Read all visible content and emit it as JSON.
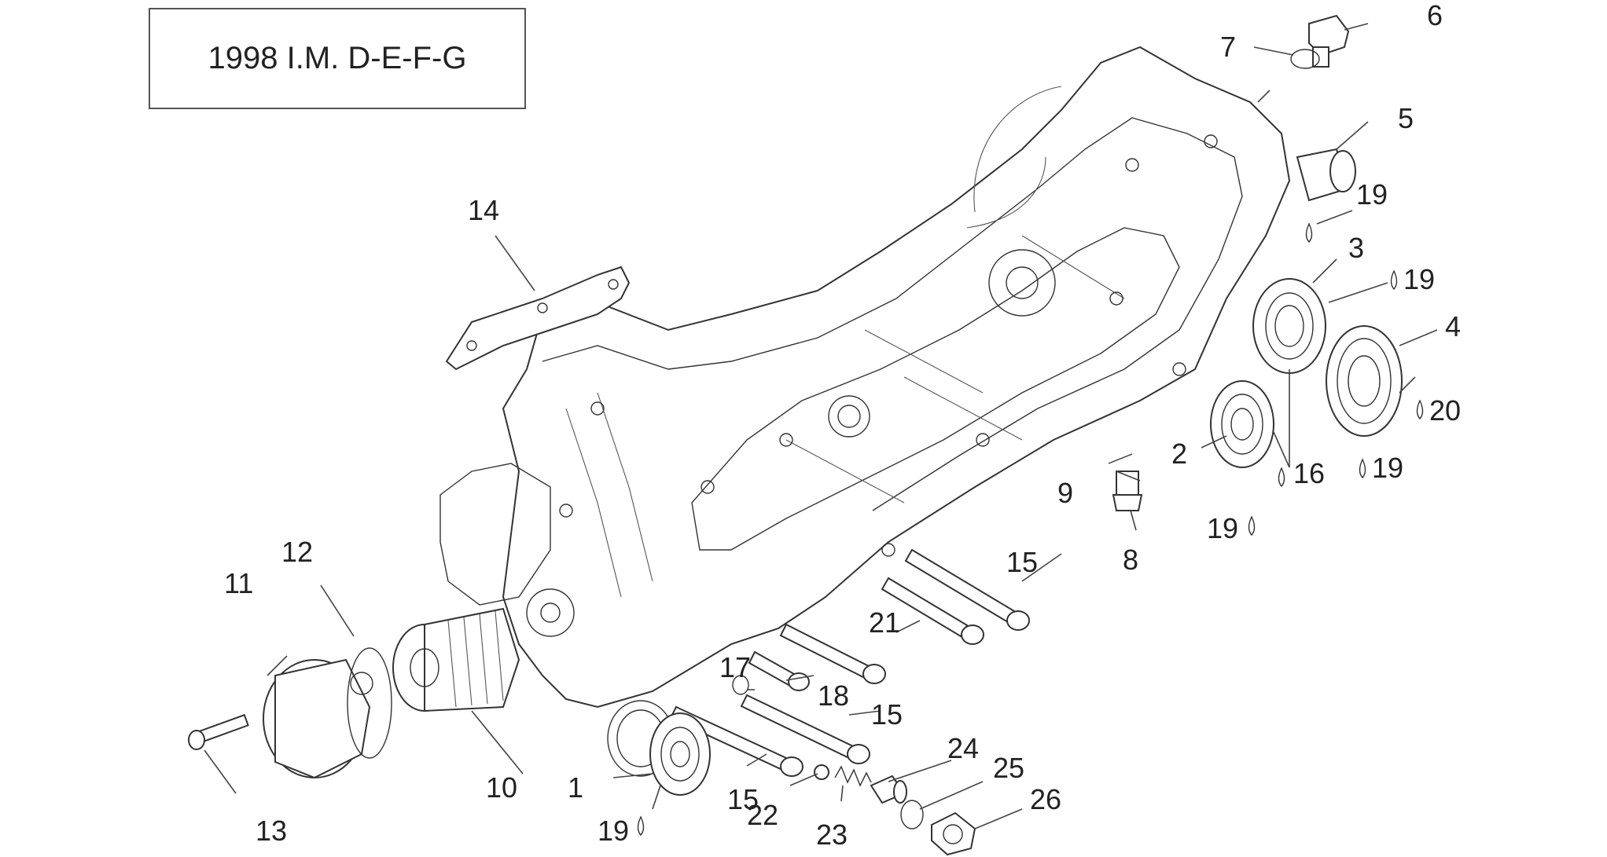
{
  "title": "1998  I.M. D-E-F-G",
  "callouts": [
    {
      "id": "c1",
      "label": "1"
    },
    {
      "id": "c2",
      "label": "2"
    },
    {
      "id": "c3",
      "label": "3"
    },
    {
      "id": "c4",
      "label": "4"
    },
    {
      "id": "c5",
      "label": "5"
    },
    {
      "id": "c6",
      "label": "6"
    },
    {
      "id": "c7",
      "label": "7"
    },
    {
      "id": "c8",
      "label": "8"
    },
    {
      "id": "c9",
      "label": "9"
    },
    {
      "id": "c10",
      "label": "10"
    },
    {
      "id": "c11",
      "label": "11"
    },
    {
      "id": "c12",
      "label": "12"
    },
    {
      "id": "c13",
      "label": "13"
    },
    {
      "id": "c14",
      "label": "14"
    },
    {
      "id": "c15a",
      "label": "15"
    },
    {
      "id": "c15b",
      "label": "15"
    },
    {
      "id": "c15c",
      "label": "15"
    },
    {
      "id": "c16",
      "label": "16"
    },
    {
      "id": "c17",
      "label": "17"
    },
    {
      "id": "c18",
      "label": "18"
    },
    {
      "id": "c19a",
      "label": "19"
    },
    {
      "id": "c19b",
      "label": "19"
    },
    {
      "id": "c19c",
      "label": "19"
    },
    {
      "id": "c19d",
      "label": "19"
    },
    {
      "id": "c19e",
      "label": "19"
    },
    {
      "id": "c20",
      "label": "20"
    },
    {
      "id": "c21",
      "label": "21"
    },
    {
      "id": "c22",
      "label": "22"
    },
    {
      "id": "c23",
      "label": "23"
    },
    {
      "id": "c24",
      "label": "24"
    },
    {
      "id": "c25",
      "label": "25"
    },
    {
      "id": "c26",
      "label": "26"
    }
  ]
}
